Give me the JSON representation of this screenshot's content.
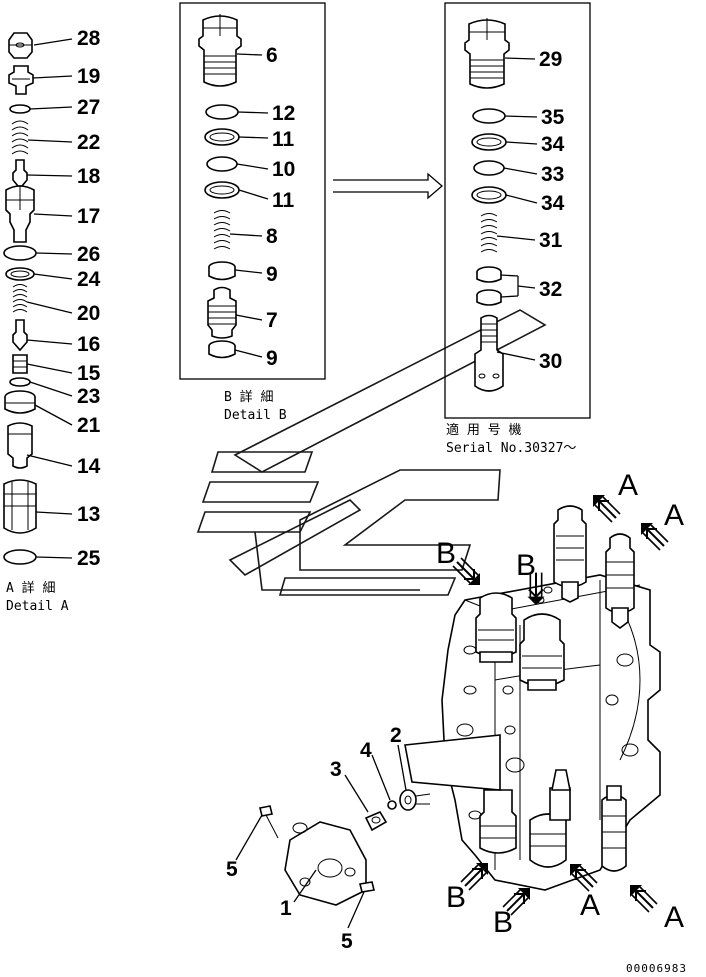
{
  "detail_a": {
    "callouts": [
      "28",
      "19",
      "27",
      "22",
      "18",
      "17",
      "26",
      "24",
      "20",
      "16",
      "15",
      "23",
      "21",
      "14",
      "13",
      "25"
    ],
    "caption_jp": "A 詳 細",
    "caption_en": "Detail A"
  },
  "detail_b": {
    "callouts": [
      "6",
      "12",
      "11",
      "10",
      "11",
      "8",
      "9",
      "7",
      "9"
    ],
    "caption_jp": "B 詳 細",
    "caption_en": "Detail B"
  },
  "serial_box": {
    "callouts": [
      "29",
      "35",
      "34",
      "33",
      "34",
      "31",
      "32",
      "30"
    ],
    "caption_jp": "適 用 号 機",
    "caption_en": "Serial No.30327～"
  },
  "assembly": {
    "callouts": [
      "3",
      "4",
      "2",
      "5",
      "1",
      "5"
    ],
    "view_labels": [
      "A",
      "A",
      "B",
      "B",
      "B",
      "B",
      "A",
      "A"
    ]
  },
  "drawing_code": "00006983"
}
